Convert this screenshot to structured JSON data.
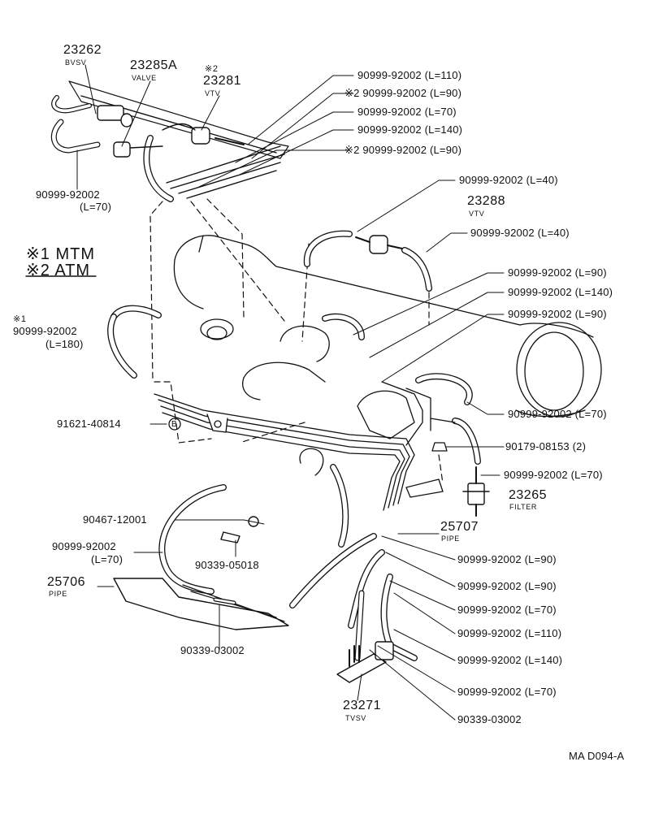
{
  "labels": {
    "p23262": "23262",
    "bvsv": "BVSV",
    "p23285a": "23285A",
    "valve": "VALVE",
    "star2a": "※2",
    "p23281": "23281",
    "vtv1": "VTV",
    "h_l110_top": "90999-92002 (L=110)",
    "h_l90_star_top": "※2 90999-92002 (L=90)",
    "h_l70_top": "90999-92002 (L=70)",
    "h_l140_top": "90999-92002 (L=140)",
    "h_l90_star_top2": "※2 90999-92002 (L=90)",
    "h_left_top": "90999-92002",
    "h_left_top_len": "(L=70)",
    "h_l40_a": "90999-92002 (L=40)",
    "p23288": "23288",
    "vtv2": "VTV",
    "h_l40_b": "90999-92002 (L=40)",
    "legend_mtm": "※1 MTM",
    "legend_atm": "※2 ATM",
    "h_l90_mid": "90999-92002 (L=90)",
    "h_l140_mid": "90999-92002 (L=140)",
    "h_l90_mid2": "90999-92002 (L=90)",
    "star1": "※1",
    "h_l180": "90999-92002",
    "h_l180_len": "(L=180)",
    "h_l70_right": "90999-92002 (L=70)",
    "p91621": "91621-40814",
    "b_mark": "B",
    "p90179": "90179-08153 (2)",
    "h_l70_right2": "90999-92002 (L=70)",
    "p23265": "23265",
    "filter": "FILTER",
    "p90467": "90467-12001",
    "p25707": "25707",
    "pipe1": "PIPE",
    "h_left_low": "90999-92002",
    "h_left_low_len": "(L=70)",
    "p90339_05018": "90339-05018",
    "h_l90_low1": "90999-92002 (L=90)",
    "p25706": "25706",
    "pipe2": "PIPE",
    "h_l90_low2": "90999-92002 (L=90)",
    "h_l70_low": "90999-92002 (L=70)",
    "p90339_03002_a": "90339-03002",
    "h_l110_low": "90999-92002 (L=110)",
    "h_l140_low": "90999-92002 (L=140)",
    "h_l70_low2": "90999-92002 (L=70)",
    "p23271": "23271",
    "tvsv": "TVSV",
    "p90339_03002_b": "90339-03002",
    "drawing_code": "MA D094-A"
  }
}
